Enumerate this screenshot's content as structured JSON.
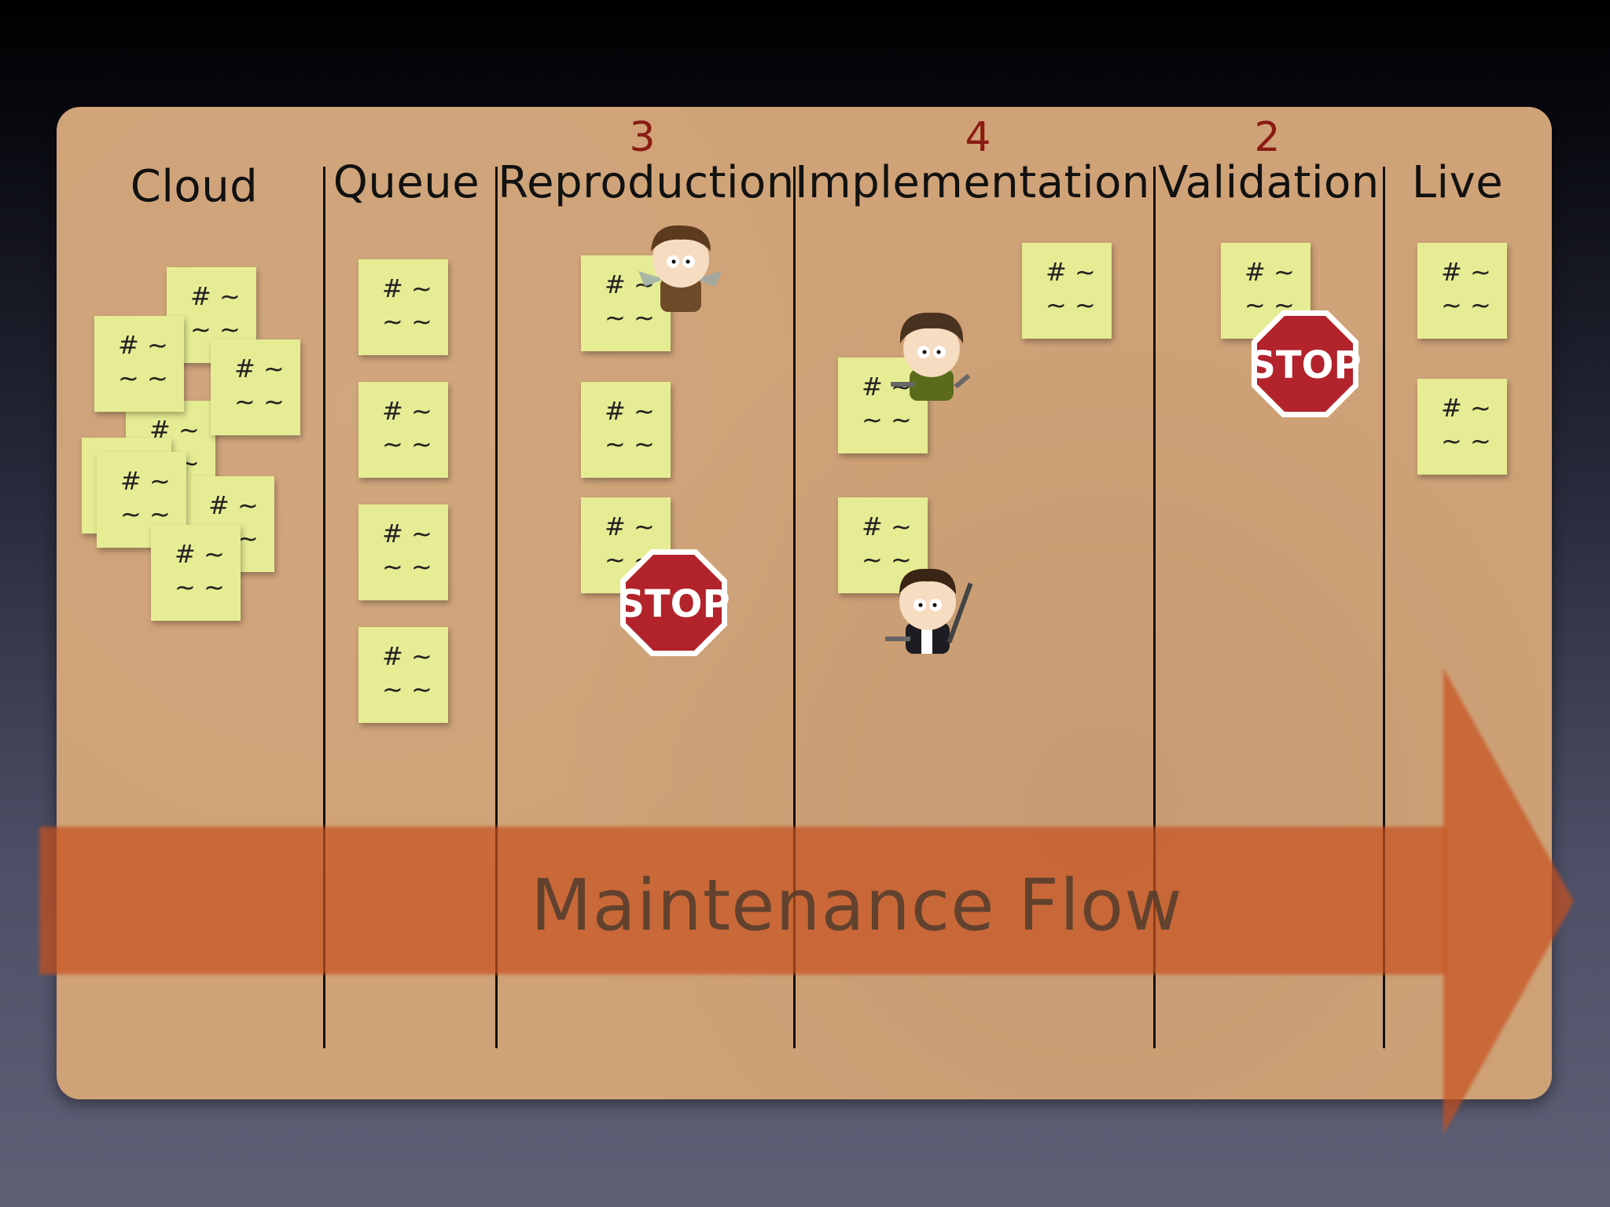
{
  "columns": [
    {
      "title": "Cloud",
      "wip": ""
    },
    {
      "title": "Queue",
      "wip": ""
    },
    {
      "title": "Reproduction",
      "wip": "3"
    },
    {
      "title": "Implementation",
      "wip": "4"
    },
    {
      "title": "Validation",
      "wip": "2"
    },
    {
      "title": "Live",
      "wip": ""
    }
  ],
  "note": {
    "line1": "# ~",
    "line2": "~ ~"
  },
  "stop_sign": {
    "text": "STOP"
  },
  "flow": {
    "label": "Maintenance Flow"
  },
  "colors": {
    "board": "#cfa277",
    "note": "#e6ec93",
    "wip": "#8a1a12",
    "stop": "#b3232b",
    "flow": "#c8501e"
  },
  "icons": [
    "stop-sign-icon",
    "developer-character-icon"
  ]
}
